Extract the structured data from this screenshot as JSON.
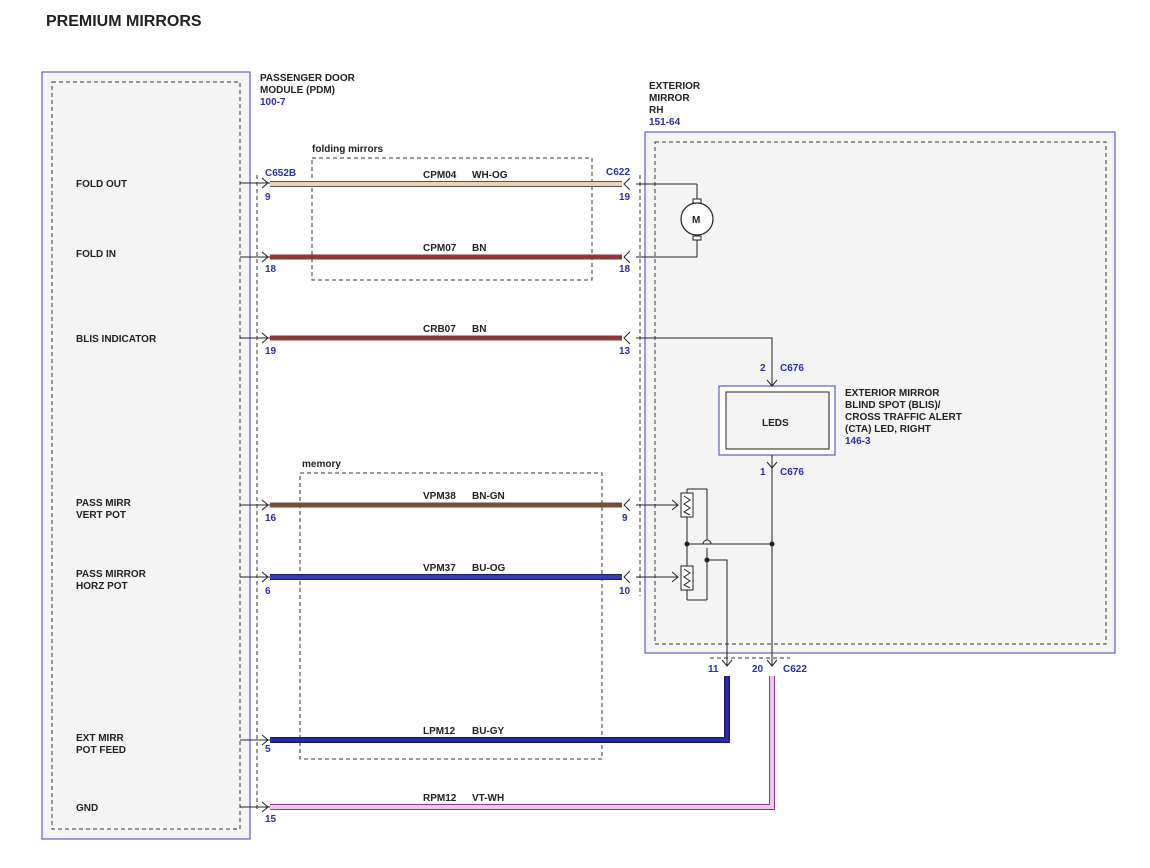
{
  "title": "PREMIUM MIRRORS",
  "colors": {
    "module_outline": "#5a5fc8",
    "ref_text": "#2b2fa8",
    "wh_og": "#e8d3b0",
    "bn": "#8b3a3a",
    "bn_gn": "#7a4a3a",
    "bu_og": "#3a3ab8",
    "bu_gy": "#2a2ab0",
    "vt_wh": "#d89ad8"
  },
  "pdm": {
    "name_line1": "PASSENGER DOOR",
    "name_line2": "MODULE (PDM)",
    "ref": "100-7",
    "connector": "C652B",
    "pins": [
      {
        "label": "FOLD OUT",
        "pin": "9"
      },
      {
        "label": "FOLD IN",
        "pin": "18"
      },
      {
        "label": "BLIS INDICATOR",
        "pin": "19"
      },
      {
        "label_line1": "PASS MIRR",
        "label_line2": "VERT POT",
        "pin": "16"
      },
      {
        "label_line1": "PASS MIRROR",
        "label_line2": "HORZ POT",
        "pin": "6"
      },
      {
        "label_line1": "EXT MIRR",
        "label_line2": "POT FEED",
        "pin": "5"
      },
      {
        "label": "GND",
        "pin": "15"
      }
    ]
  },
  "mirror": {
    "name_line1": "EXTERIOR",
    "name_line2": "MIRROR",
    "name_line3": "RH",
    "ref": "151-64",
    "connector": "C622",
    "motor_label": "M",
    "pins": {
      "fold_out": "19",
      "fold_in": "18",
      "blis": "13",
      "vert": "9",
      "horz": "10",
      "feed": "11",
      "gnd": "20"
    }
  },
  "blis_led": {
    "box_label": "LEDS",
    "connector": "C676",
    "pin_top": "2",
    "pin_bottom": "1",
    "name_line1": "EXTERIOR MIRROR",
    "name_line2": "BLIND SPOT (BLIS)/",
    "name_line3": "CROSS TRAFFIC ALERT",
    "name_line4": "(CTA) LED, RIGHT",
    "ref": "146-3"
  },
  "groups": {
    "folding": "folding mirrors",
    "memory": "memory"
  },
  "wires": [
    {
      "circuit": "CPM04",
      "color": "WH-OG"
    },
    {
      "circuit": "CPM07",
      "color": "BN"
    },
    {
      "circuit": "CRB07",
      "color": "BN"
    },
    {
      "circuit": "VPM38",
      "color": "BN-GN"
    },
    {
      "circuit": "VPM37",
      "color": "BU-OG"
    },
    {
      "circuit": "LPM12",
      "color": "BU-GY"
    },
    {
      "circuit": "RPM12",
      "color": "VT-WH"
    }
  ]
}
